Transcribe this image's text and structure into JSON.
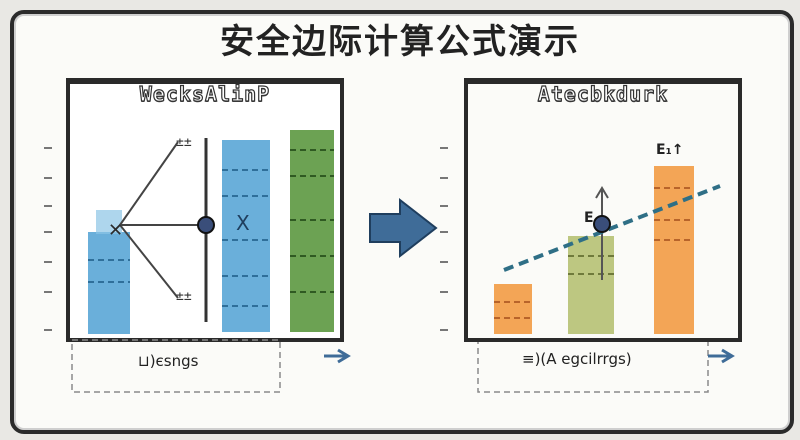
{
  "title": "安全边际计算公式演示",
  "left_panel": {
    "heading": "WecksAlinP",
    "node_label": "X",
    "bar_label": "X",
    "side_marks_top": "±±",
    "side_marks_bottom": "±±",
    "caption": "⊔)єsngs"
  },
  "right_panel": {
    "heading": "Atecbkdurk",
    "label_e1": "E₁↑",
    "label_e": "E",
    "caption": "≡)(A egcilrrgs)"
  },
  "colors": {
    "blue": "#5aa6d6",
    "green": "#5f9a44",
    "orange": "#f2a04d",
    "khaki": "#b9c47a",
    "arrow": "#3f6c98",
    "line": "#2f6f86"
  }
}
